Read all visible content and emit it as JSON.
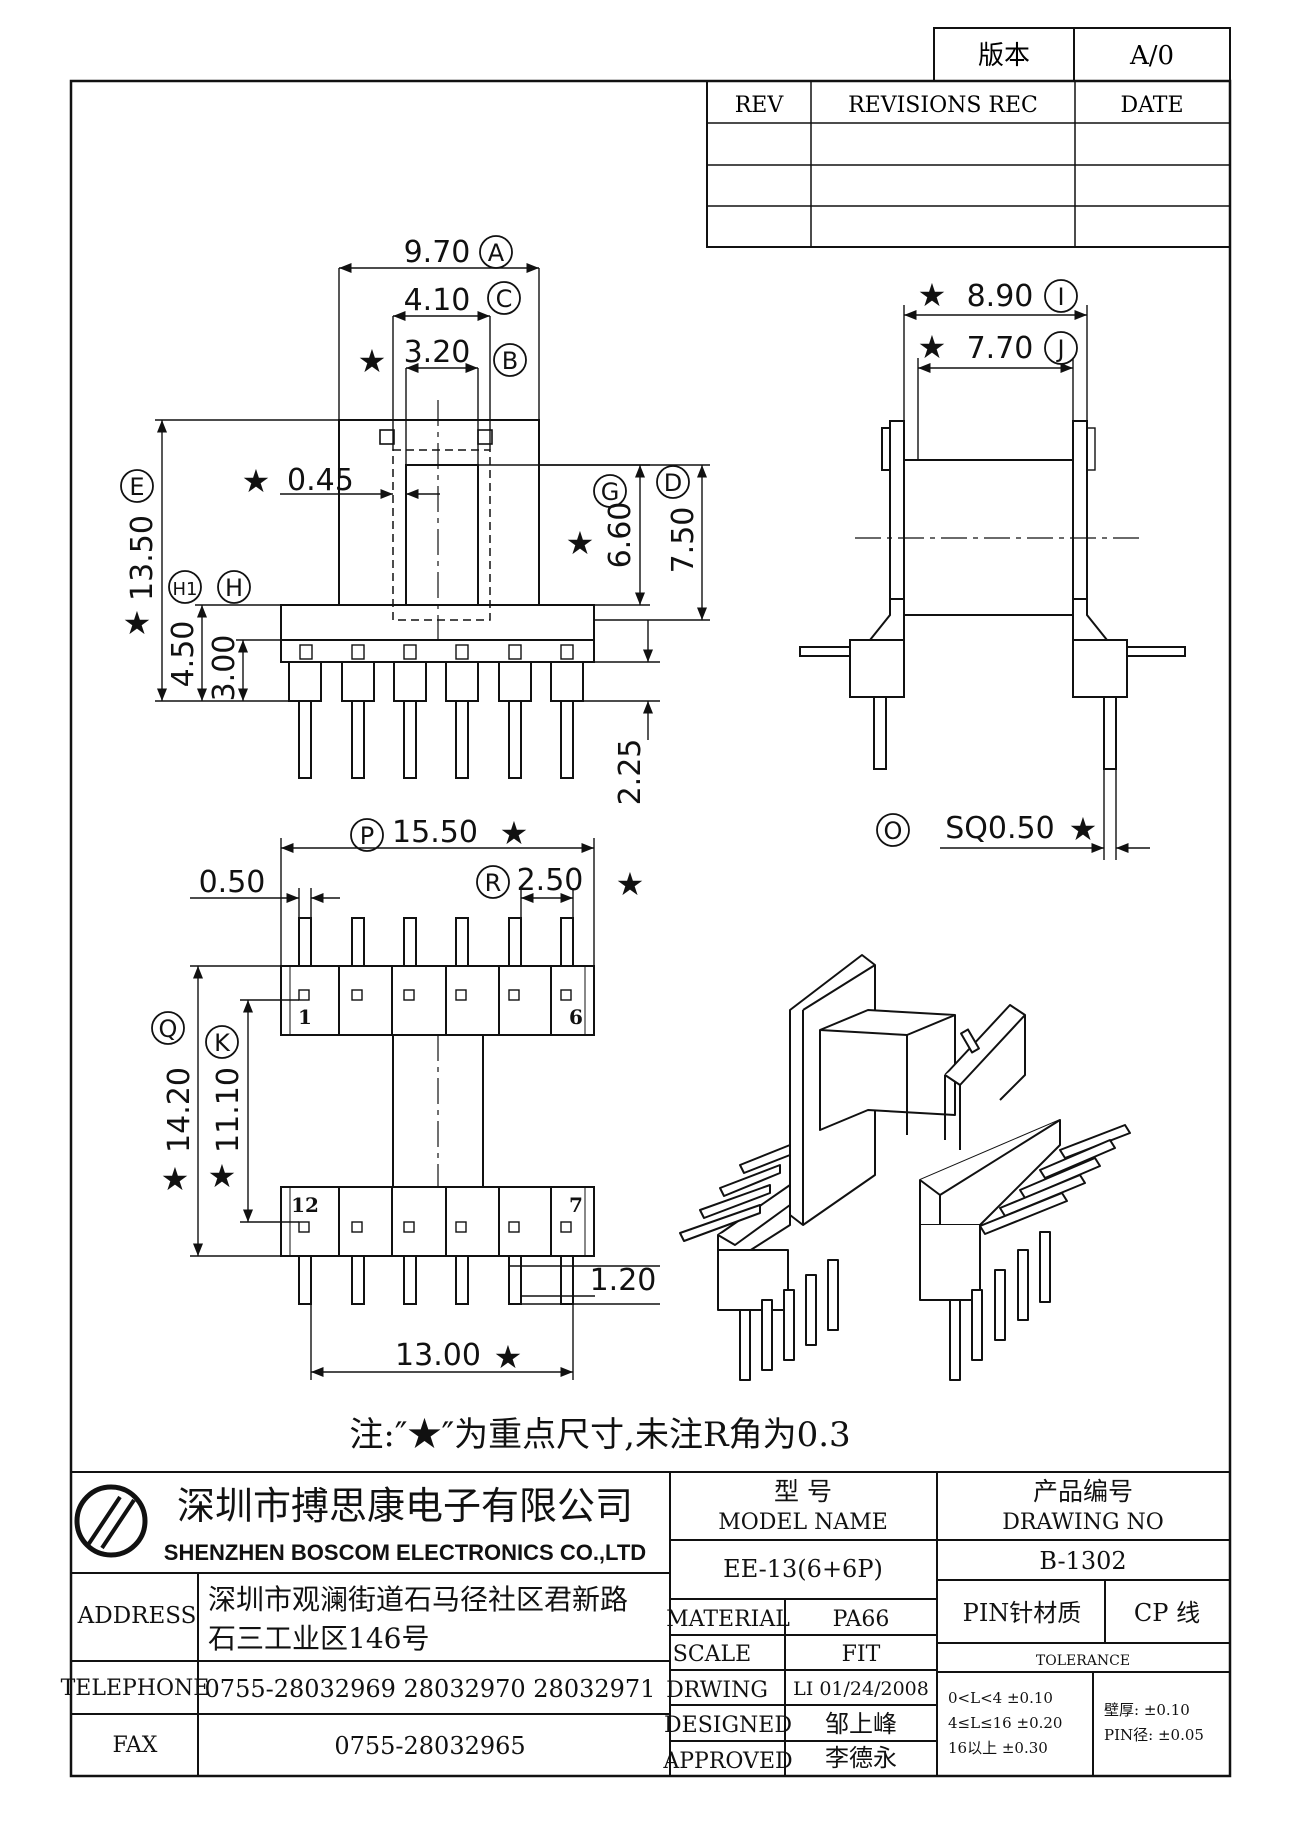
{
  "version_box": {
    "label": "版本",
    "value": "A/0"
  },
  "revisions": {
    "headers": [
      "REV",
      "REVISIONS REC",
      "DATE"
    ]
  },
  "dims": {
    "A": {
      "value": "9.70",
      "tag": "A"
    },
    "C": {
      "value": "4.10",
      "tag": "C"
    },
    "B": {
      "value": "3.20",
      "tag": "B"
    },
    "wall": {
      "value": "0.45"
    },
    "G": {
      "value": "6.60",
      "tag": "G"
    },
    "D": {
      "value": "7.50",
      "tag": "D"
    },
    "E": {
      "value": "13.50",
      "tag": "E"
    },
    "H1": {
      "value": "4.50",
      "tag": "H1"
    },
    "H": {
      "value": "3.00",
      "tag": "H"
    },
    "pin_len": {
      "value": "2.25"
    },
    "I": {
      "value": "8.90",
      "tag": "I"
    },
    "J": {
      "value": "7.70",
      "tag": "J"
    },
    "O": {
      "value": "SQ0.50",
      "tag": "O"
    },
    "P": {
      "value": "15.50",
      "tag": "P"
    },
    "pin_w": {
      "value": "0.50"
    },
    "R": {
      "value": "2.50",
      "tag": "R"
    },
    "Q": {
      "value": "14.20",
      "tag": "Q"
    },
    "K": {
      "value": "11.10",
      "tag": "K"
    },
    "offset": {
      "value": "1.20"
    },
    "span": {
      "value": "13.00"
    }
  },
  "star": "★",
  "pin_numbers": {
    "p1": "1",
    "p6": "6",
    "p12": "12",
    "p7": "7"
  },
  "note": "注:″★″为重点尺寸,未注R角为0.3",
  "title_block": {
    "company_cn": "深圳市搏思康电子有限公司",
    "company_en": "SHENZHEN BOSCOM ELECTRONICS CO.,LTD",
    "model_label_cn": "型    号",
    "model_label_en": "MODEL NAME",
    "model_value": "EE-13(6+6P)",
    "drawing_label_cn": "产品编号",
    "drawing_label_en": "DRAWING NO",
    "drawing_value": "B-1302",
    "address_label": "ADDRESS",
    "address_line1": "深圳市观澜街道石马径社区君新路",
    "address_line2": "石三工业区146号",
    "telephone_label": "TELEPHONE",
    "telephone_value": "0755-28032969 28032970 28032971",
    "fax_label": "FAX",
    "fax_value": "0755-28032965",
    "material_label": "MATERIAL",
    "material_value": "PA66",
    "scale_label": "SCALE",
    "scale_value": "FIT",
    "drwing_label": "DRWING",
    "drwing_value": "LI 01/24/2008",
    "designed_label": "DESIGNED",
    "designed_value": "邹上峰",
    "approved_label": "APPROVED",
    "approved_value": "李德永",
    "pin_material_label": "PIN针材质",
    "pin_material_value": "CP 线",
    "tolerance_label": "TOLERANCE",
    "tol_row1": "0<L<4      ±0.10",
    "tol_row2": "4≤L≤16  ±0.20",
    "tol_row3": "16以上      ±0.30",
    "tol_wall": "壁厚:   ±0.10",
    "tol_pin": "PIN径:  ±0.05"
  }
}
